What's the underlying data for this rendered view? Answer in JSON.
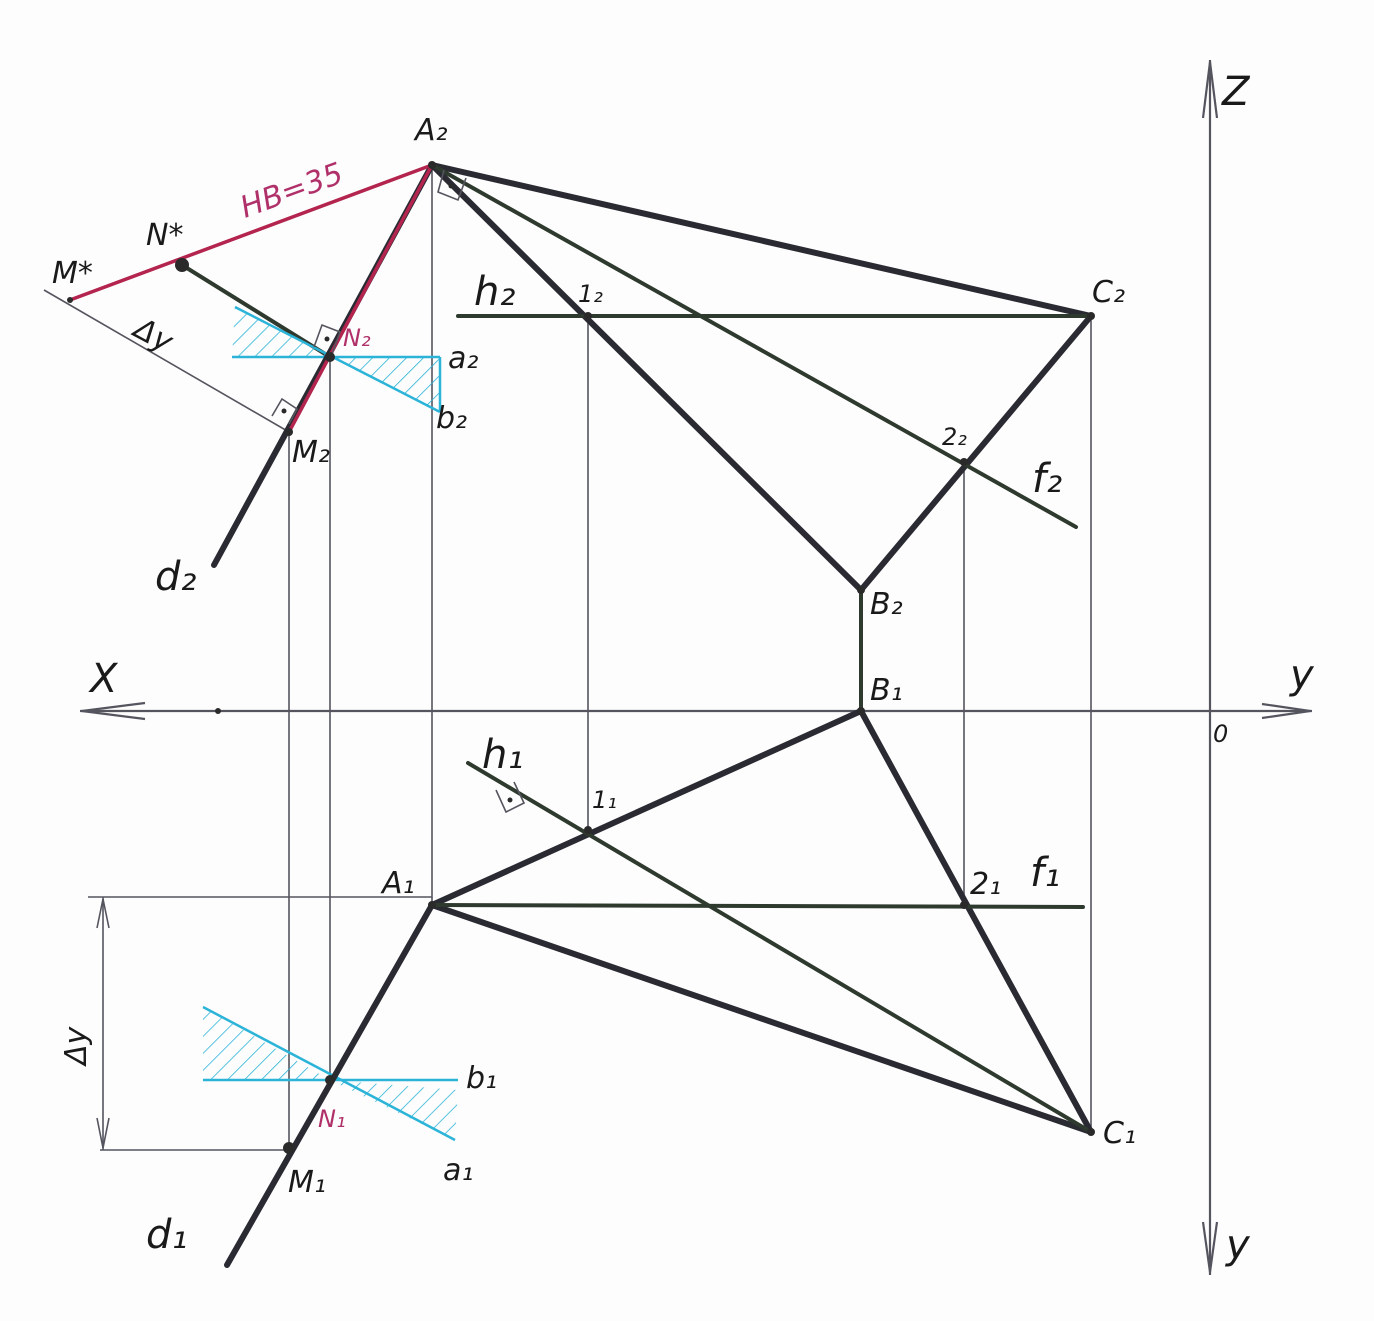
{
  "labels": {
    "z": "Z",
    "x": "X",
    "y_right": "y",
    "y_down": "y",
    "origin": "0",
    "a2": "A₂",
    "b2": "B₂",
    "c2": "C₂",
    "a1": "A₁",
    "b1": "B₁",
    "c1": "C₁",
    "h2": "h₂",
    "h1": "h₁",
    "f2": "f₂",
    "f1": "f₁",
    "p12": "1₂",
    "p11": "1₁",
    "p22": "2₂",
    "p21": "2₁",
    "m2": "M₂",
    "m1": "M₁",
    "n2": "N₂",
    "n1": "N₁",
    "m_star": "M*",
    "n_star": "N*",
    "a2_small": "a₂",
    "b2_small": "b₂",
    "a1_small": "a₁",
    "b1_small": "b₁",
    "d2": "d₂",
    "d1": "d₁",
    "delta_y_top": "Δy",
    "delta_y_bottom": "Δy",
    "true_length": "HB=35"
  },
  "colors": {
    "ink": "#2a2a33",
    "plane_hatch": "#2bb3d8",
    "true_length": "#b3244f"
  }
}
